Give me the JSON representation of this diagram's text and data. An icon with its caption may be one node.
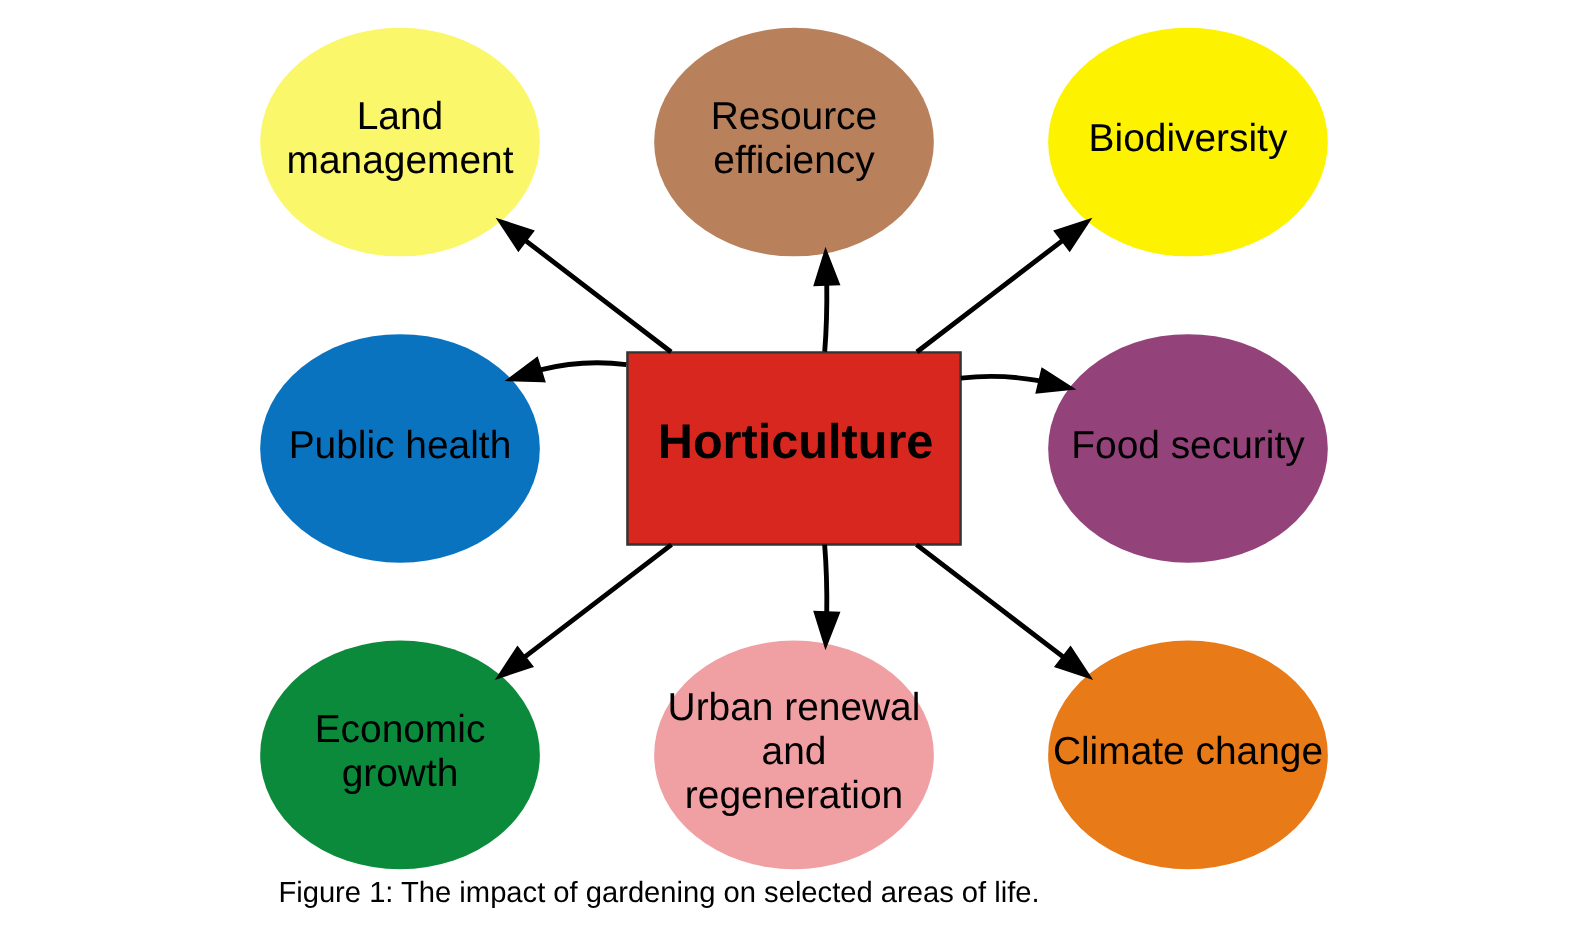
{
  "diagram": {
    "caption": "Figure 1: The impact of gardening on selected areas of life.",
    "nodes": [
      {
        "text": [
          "Land management"
        ]
      },
      {
        "text": [
          "Resource efficiency"
        ]
      },
      {
        "text": [
          "Biodiversity"
        ]
      },
      {
        "text": [
          "Public health"
        ]
      },
      {
        "text": [
          "Horticulture"
        ]
      },
      {
        "text": [
          "Food security"
        ]
      },
      {
        "text": [
          "Economic growth"
        ]
      },
      {
        "text": [
          "Urban renewal and regeneration"
        ]
      },
      {
        "text": [
          "Climate change"
        ]
      }
    ],
    "edges": [
      {
        "from": 4,
        "to": 0,
        "arrow": "to"
      },
      {
        "from": 4,
        "to": 1,
        "arrow": "to"
      },
      {
        "from": 4,
        "to": 2,
        "arrow": "to"
      },
      {
        "from": 4,
        "to": 3,
        "arrow": "to"
      },
      {
        "from": 4,
        "to": 5,
        "arrow": "to"
      },
      {
        "from": 4,
        "to": 6,
        "arrow": "to"
      },
      {
        "from": 4,
        "to": 7,
        "arrow": "to"
      },
      {
        "from": 4,
        "to": 8,
        "arrow": "to"
      }
    ]
  }
}
